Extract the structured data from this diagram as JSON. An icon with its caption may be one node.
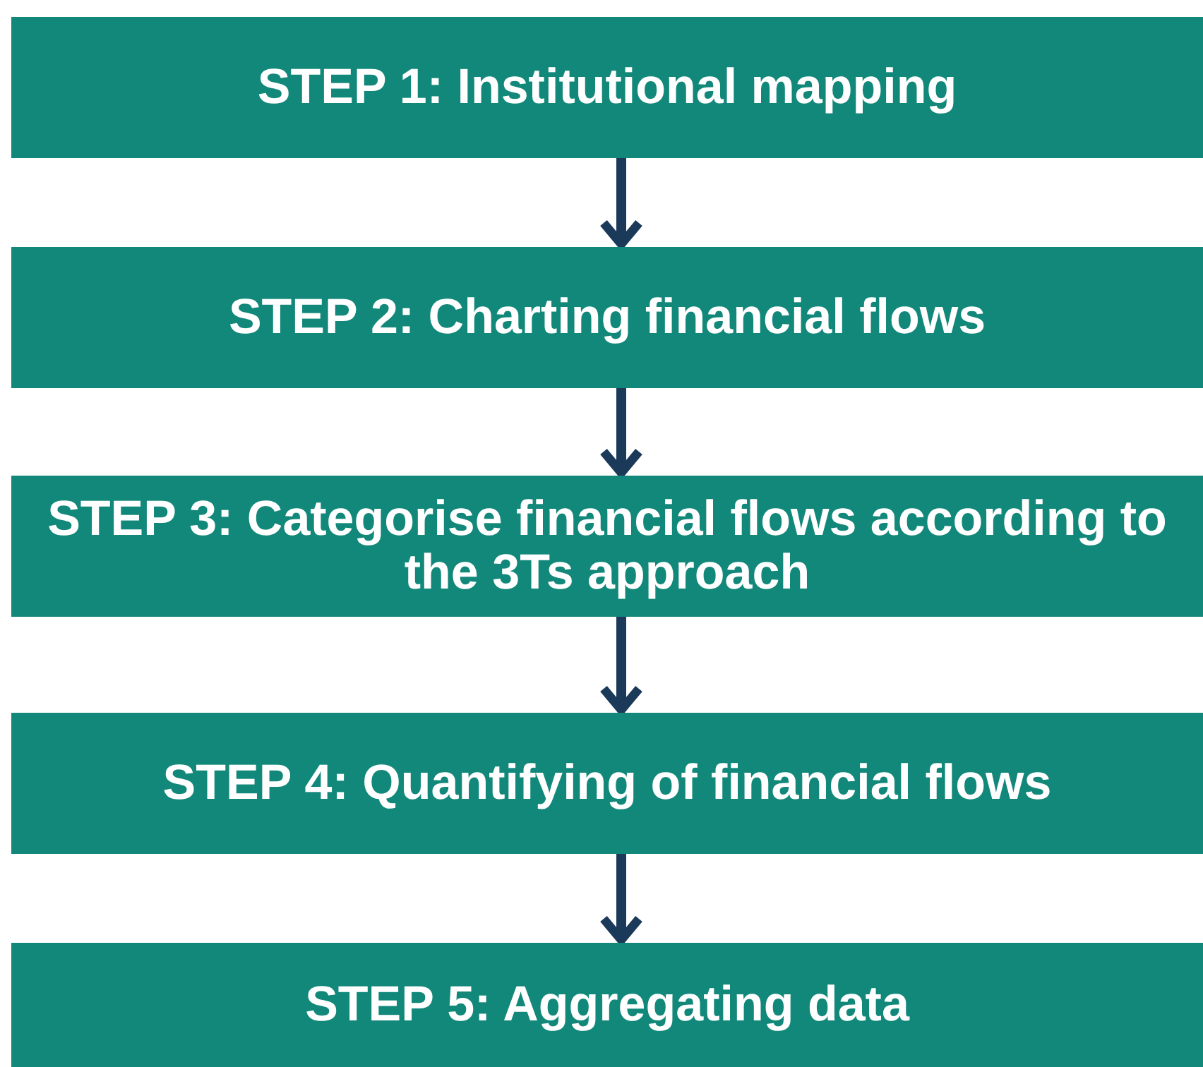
{
  "diagram": {
    "nodes": [
      {
        "text": [
          "STEP 1: Institutional mapping"
        ]
      },
      {
        "text": [
          "STEP 2: Charting financial flows"
        ]
      },
      {
        "text": [
          "STEP 3: Categorise financial flows according to the 3Ts approach"
        ]
      },
      {
        "text": [
          "STEP 4: Quantifying of financial flows"
        ]
      },
      {
        "text": [
          "STEP 5: Aggregating data"
        ]
      }
    ],
    "edges": [
      {
        "from": 0,
        "to": 1,
        "arrow": "to"
      },
      {
        "from": 1,
        "to": 2,
        "arrow": "to"
      },
      {
        "from": 2,
        "to": 3,
        "arrow": "to"
      },
      {
        "from": 3,
        "to": 4,
        "arrow": "to"
      }
    ]
  }
}
